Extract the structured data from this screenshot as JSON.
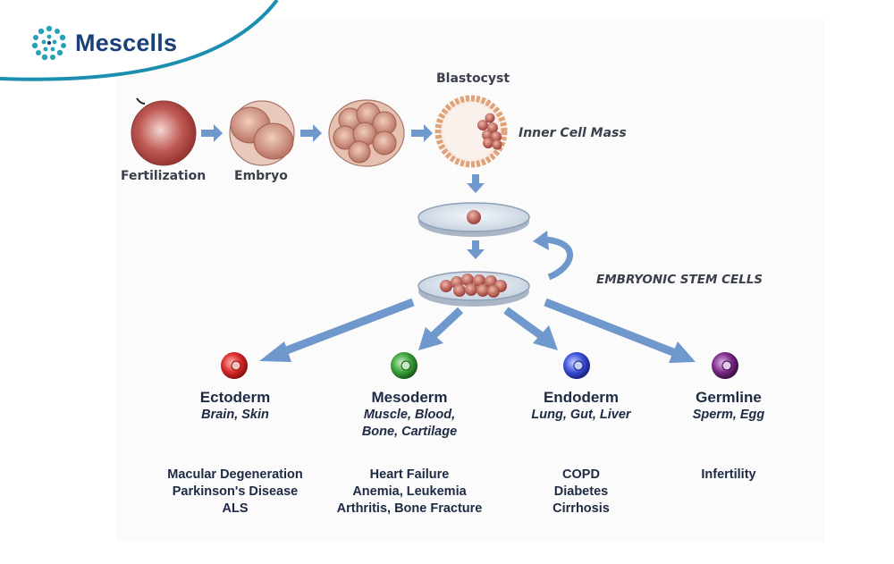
{
  "brand": {
    "name": "Mescells",
    "color": "#1b3f78",
    "accent": "#2aa0b8"
  },
  "stages": {
    "fertilization": "Fertilization",
    "embryo": "Embryo",
    "blastocyst": "Blastocyst",
    "inner_cell_mass": "Inner Cell Mass",
    "stem_cells": "EMBRYONIC STEM CELLS"
  },
  "lineages": [
    {
      "name": "Ectoderm",
      "tissues": [
        "Brain, Skin"
      ],
      "diseases": [
        "Macular Degeneration",
        "Parkinson's Disease",
        "ALS"
      ],
      "color": "#d8282a"
    },
    {
      "name": "Mesoderm",
      "tissues": [
        "Muscle, Blood,",
        "Bone, Cartilage"
      ],
      "diseases": [
        "Heart Failure",
        "Anemia, Leukemia",
        "Arthritis, Bone Fracture"
      ],
      "color": "#3aa13a"
    },
    {
      "name": "Endoderm",
      "tissues": [
        "Lung, Gut, Liver"
      ],
      "diseases": [
        "COPD",
        "Diabetes",
        "Cirrhosis"
      ],
      "color": "#3b4fd8"
    },
    {
      "name": "Germline",
      "tissues": [
        "Sperm, Egg"
      ],
      "diseases": [
        "Infertility"
      ],
      "color": "#7b2a86"
    }
  ]
}
